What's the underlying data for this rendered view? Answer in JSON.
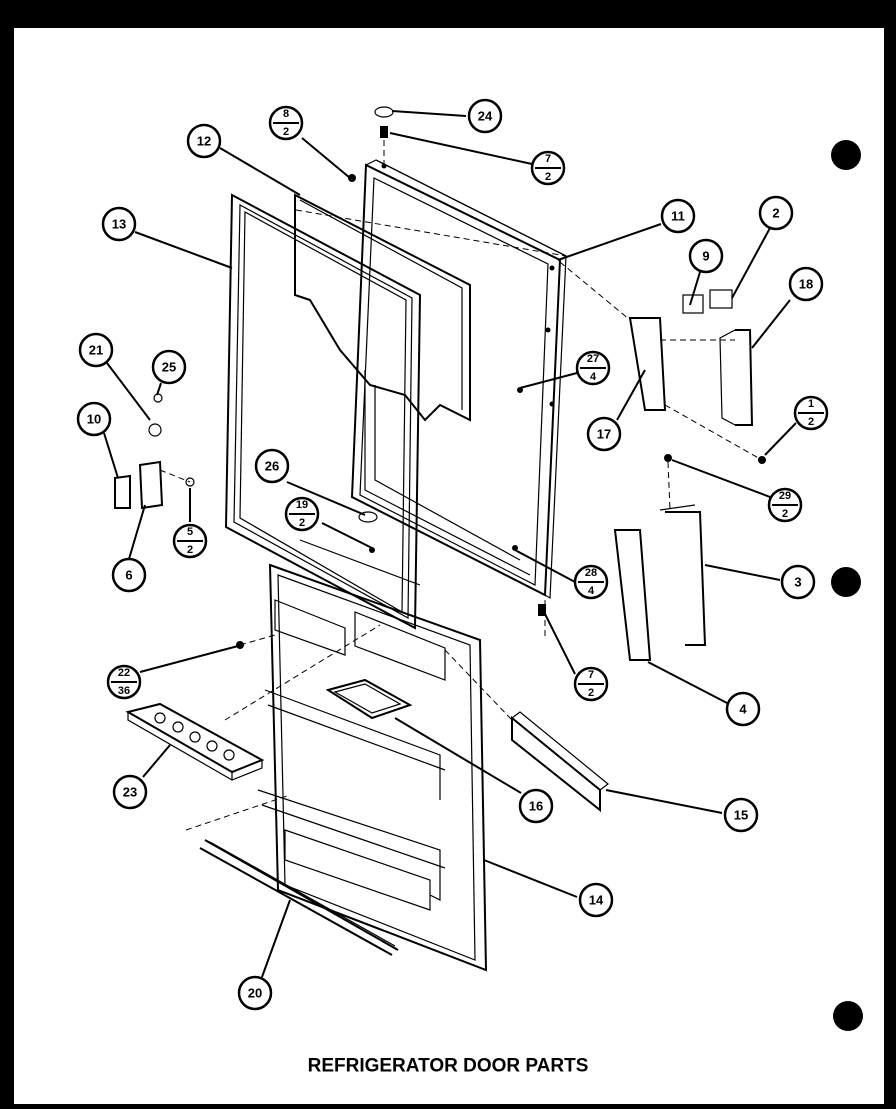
{
  "title": "REFRIGERATOR DOOR PARTS",
  "callouts": [
    {
      "id": "c1",
      "top": "12"
    },
    {
      "id": "c2",
      "top": "13"
    },
    {
      "id": "c3",
      "top": "8",
      "bottom": "2"
    },
    {
      "id": "c4",
      "top": "24"
    },
    {
      "id": "c5",
      "top": "7",
      "bottom": "2"
    },
    {
      "id": "c6",
      "top": "11"
    },
    {
      "id": "c7",
      "top": "2"
    },
    {
      "id": "c8",
      "top": "9"
    },
    {
      "id": "c9",
      "top": "18"
    },
    {
      "id": "c10",
      "top": "27",
      "bottom": "4"
    },
    {
      "id": "c11",
      "top": "17"
    },
    {
      "id": "c12",
      "top": "1",
      "bottom": "2"
    },
    {
      "id": "c13",
      "top": "21"
    },
    {
      "id": "c14",
      "top": "25"
    },
    {
      "id": "c15",
      "top": "10"
    },
    {
      "id": "c16",
      "top": "26"
    },
    {
      "id": "c17",
      "top": "29",
      "bottom": "2"
    },
    {
      "id": "c18",
      "top": "19",
      "bottom": "2"
    },
    {
      "id": "c19",
      "top": "5",
      "bottom": "2"
    },
    {
      "id": "c20",
      "top": "6"
    },
    {
      "id": "c21",
      "top": "3"
    },
    {
      "id": "c22",
      "top": "28",
      "bottom": "4"
    },
    {
      "id": "c23",
      "top": "7",
      "bottom": "2"
    },
    {
      "id": "c24",
      "top": "22",
      "bottom": "36"
    },
    {
      "id": "c25",
      "top": "4"
    },
    {
      "id": "c26",
      "top": "23"
    },
    {
      "id": "c27",
      "top": "16"
    },
    {
      "id": "c28",
      "top": "15"
    },
    {
      "id": "c29",
      "top": "14"
    },
    {
      "id": "c30",
      "top": "20"
    }
  ]
}
